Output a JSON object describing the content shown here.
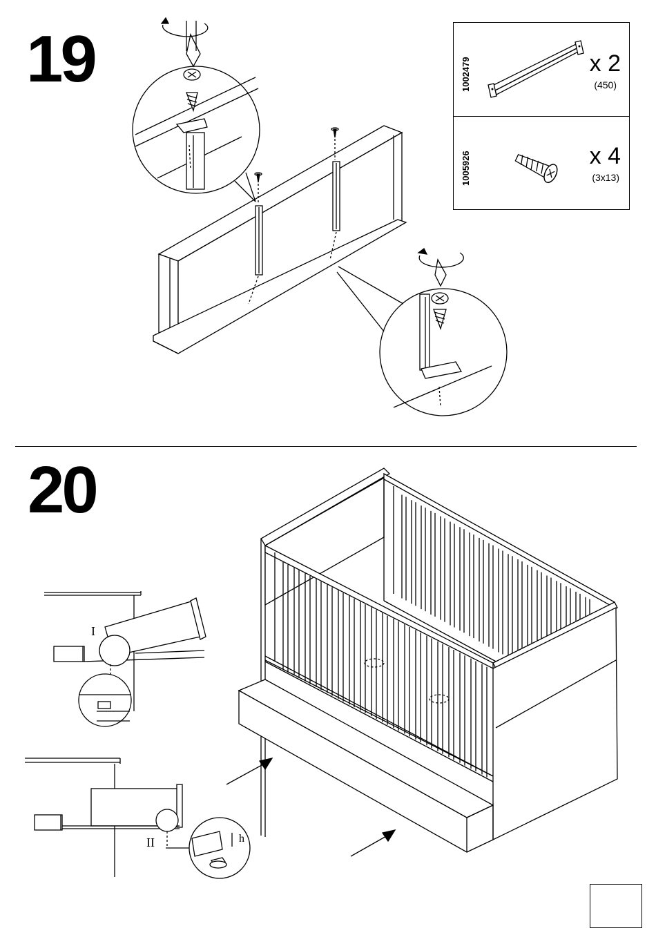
{
  "steps": {
    "step19": "19",
    "step20": "20"
  },
  "parts": [
    {
      "code": "1002479",
      "qty": "x 2",
      "size": "(450)",
      "icon": "metal-bracket-rail"
    },
    {
      "code": "1005926",
      "qty": "x 4",
      "size": "(3x13)",
      "icon": "screw"
    }
  ],
  "callouts": {
    "detail1": "I",
    "detail2": "II",
    "height_mark": "h"
  },
  "page_number": ""
}
